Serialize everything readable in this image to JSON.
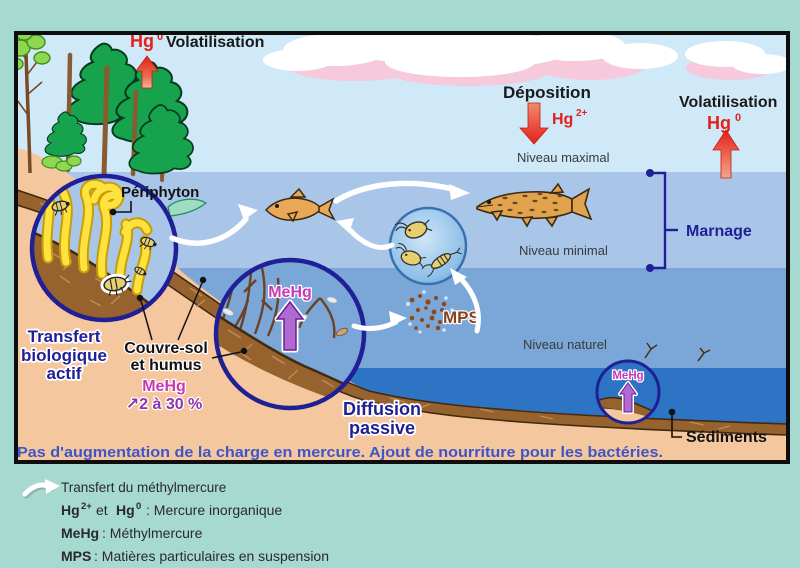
{
  "scene": {
    "top_left": {
      "hg": "Hg",
      "sup": "0",
      "label": "Volatilisation"
    },
    "deposition": {
      "label": "Déposition",
      "hg": "Hg",
      "sup": "2+"
    },
    "volat_right": {
      "label": "Volatilisation",
      "hg": "Hg",
      "sup": "0"
    },
    "levels": {
      "max": "Niveau maximal",
      "min": "Niveau minimal",
      "natural": "Niveau naturel"
    },
    "marnage": "Marnage",
    "periphyton": "Périphyton",
    "transfert": {
      "l1": "Transfert",
      "l2": "biologique",
      "l3": "actif"
    },
    "couvre_sol": {
      "l1": "Couvre-sol",
      "l2": "et humus"
    },
    "mehg_soil": {
      "label": "MeHg",
      "pct": "↗2 à 30 %"
    },
    "diffusion": {
      "l1": "Diffusion",
      "l2": "passive"
    },
    "mehg_circle": "MeHg",
    "mps": "MPS",
    "mehg_sediment": "MeHg",
    "sediments": "Sédiments",
    "banner": "Pas d'augmentation de la charge en mercure. Ajout de nourriture pour les bactéries."
  },
  "legend": {
    "line1": "Transfert du méthylmercure",
    "hg2": "Hg",
    "sup2": "2+",
    "et": "et",
    "hg0": "Hg",
    "sup0": "0",
    "inorganic": ": Mercure inorganique",
    "mehg_bold": "MeHg",
    "mehg_rest": ": Méthylmercure",
    "mps_bold": "MPS",
    "mps_rest": ": Matières particulaires en suspension"
  },
  "colors": {
    "background": "#a6d9cf",
    "sky": "#cfe9f8",
    "water_upper": "#a9c6e8",
    "water_mid": "#7ba6d8",
    "water_deep": "#2e74c4",
    "land": "#f5c79e",
    "soil": "#96622e",
    "accent_red": "#e32119",
    "accent_navy": "#1f1f96",
    "accent_magenta": "#c938b8",
    "accent_purple": "#8a35ad",
    "mps_brown": "#8a421c",
    "banner_blue": "#3c55c9"
  }
}
